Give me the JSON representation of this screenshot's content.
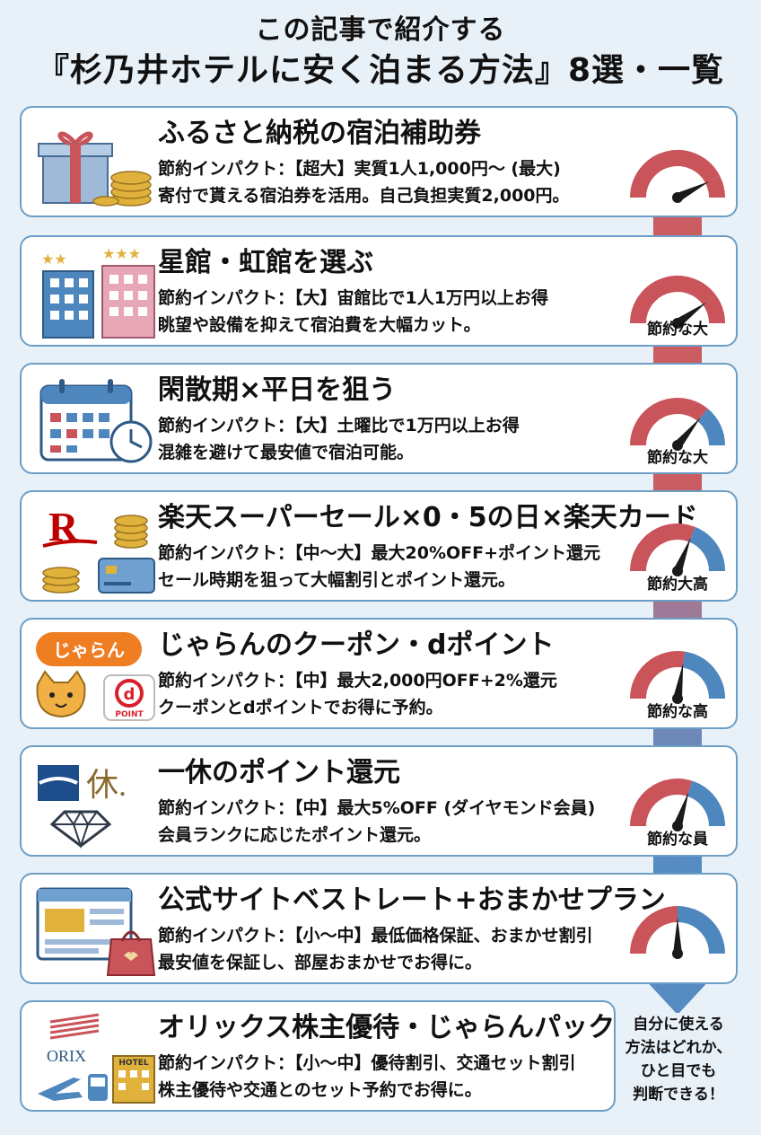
{
  "header": {
    "line1": "この記事で紹介する",
    "line2": "『杉乃井ホテルに安く泊まる方法』8選・一覧"
  },
  "colors": {
    "red": "#c9545a",
    "blue": "#4e86be",
    "card_border": "#6d9ec5",
    "background": "#e9f1f8"
  },
  "methods": [
    {
      "title": "ふるさと納税の宿泊補助券",
      "impact": "節約インパクト：【超大】実質1人1,000円〜 (最大)",
      "desc": "寄付で貰える宿泊券を活用。自己負担実質2,000円。",
      "icon": "gift-coins-icon",
      "gauge_label": ""
    },
    {
      "title": "星館・虹館を選ぶ",
      "impact": "節約インパクト：【大】宙館比で1人1万円以上お得",
      "desc": "眺望や設備を抑えて宿泊費を大幅カット。",
      "icon": "hotel-buildings-icon",
      "gauge_label": "節約な大"
    },
    {
      "title": "閑散期×平日を狙う",
      "impact": "節約インパクト：【大】土曜比で1万円以上お得",
      "desc": "混雑を避けて最安値で宿泊可能。",
      "icon": "calendar-clock-icon",
      "gauge_label": "節約な大"
    },
    {
      "title": "楽天スーパーセール×0・5の日×楽天カード",
      "impact": "節約インパクト：【中〜大】最大20%OFF+ポイント還元",
      "desc": "セール時期を狙って大幅割引とポイント還元。",
      "icon": "rakuten-card-icon",
      "gauge_label": "節約大高"
    },
    {
      "title": "じゃらんのクーポン・dポイント",
      "impact": "節約インパクト：【中】最大2,000円OFF+2%還元",
      "desc": "クーポンとdポイントでお得に予約。",
      "icon": "jalan-dpoint-icon",
      "gauge_label": "節約な高"
    },
    {
      "title": "一休のポイント還元",
      "impact": "節約インパクト：【中】最大5%OFF (ダイヤモンド会員)",
      "desc": "会員ランクに応じたポイント還元。",
      "icon": "ikyu-diamond-icon",
      "gauge_label": "節約な員"
    },
    {
      "title": "公式サイトベストレート+おまかせプラン",
      "impact": "節約インパクト：【小〜中】最低価格保証、おまかせ割引",
      "desc": "最安値を保証し、部屋おまかせでお得に。",
      "icon": "website-bag-icon",
      "gauge_label": ""
    },
    {
      "title": "オリックス株主優待・じゃらんパック",
      "impact": "節約インパクト：【小〜中】優待割引、交通セット割引",
      "desc": "株主優待や交通とのセット予約でお得に。",
      "icon": "orix-travel-icon",
      "gauge_label": ""
    }
  ],
  "gauges": [
    {
      "level": 0.85
    },
    {
      "level": 0.8
    },
    {
      "level": 0.72
    },
    {
      "level": 0.62
    },
    {
      "level": 0.55
    },
    {
      "level": 0.6
    },
    {
      "level": 0.5
    }
  ],
  "logos": {
    "rakuten": "R",
    "jalan": "じゃらん",
    "dpoint_letter": "d",
    "dpoint_text": "POINT",
    "ikyu": "休.",
    "orix": "ORIX",
    "hotel": "HOTEL"
  },
  "footnote": {
    "line1": "自分に使える",
    "line2": "方法はどれか、",
    "line3": "ひと目でも",
    "line4": "判断できる！"
  }
}
